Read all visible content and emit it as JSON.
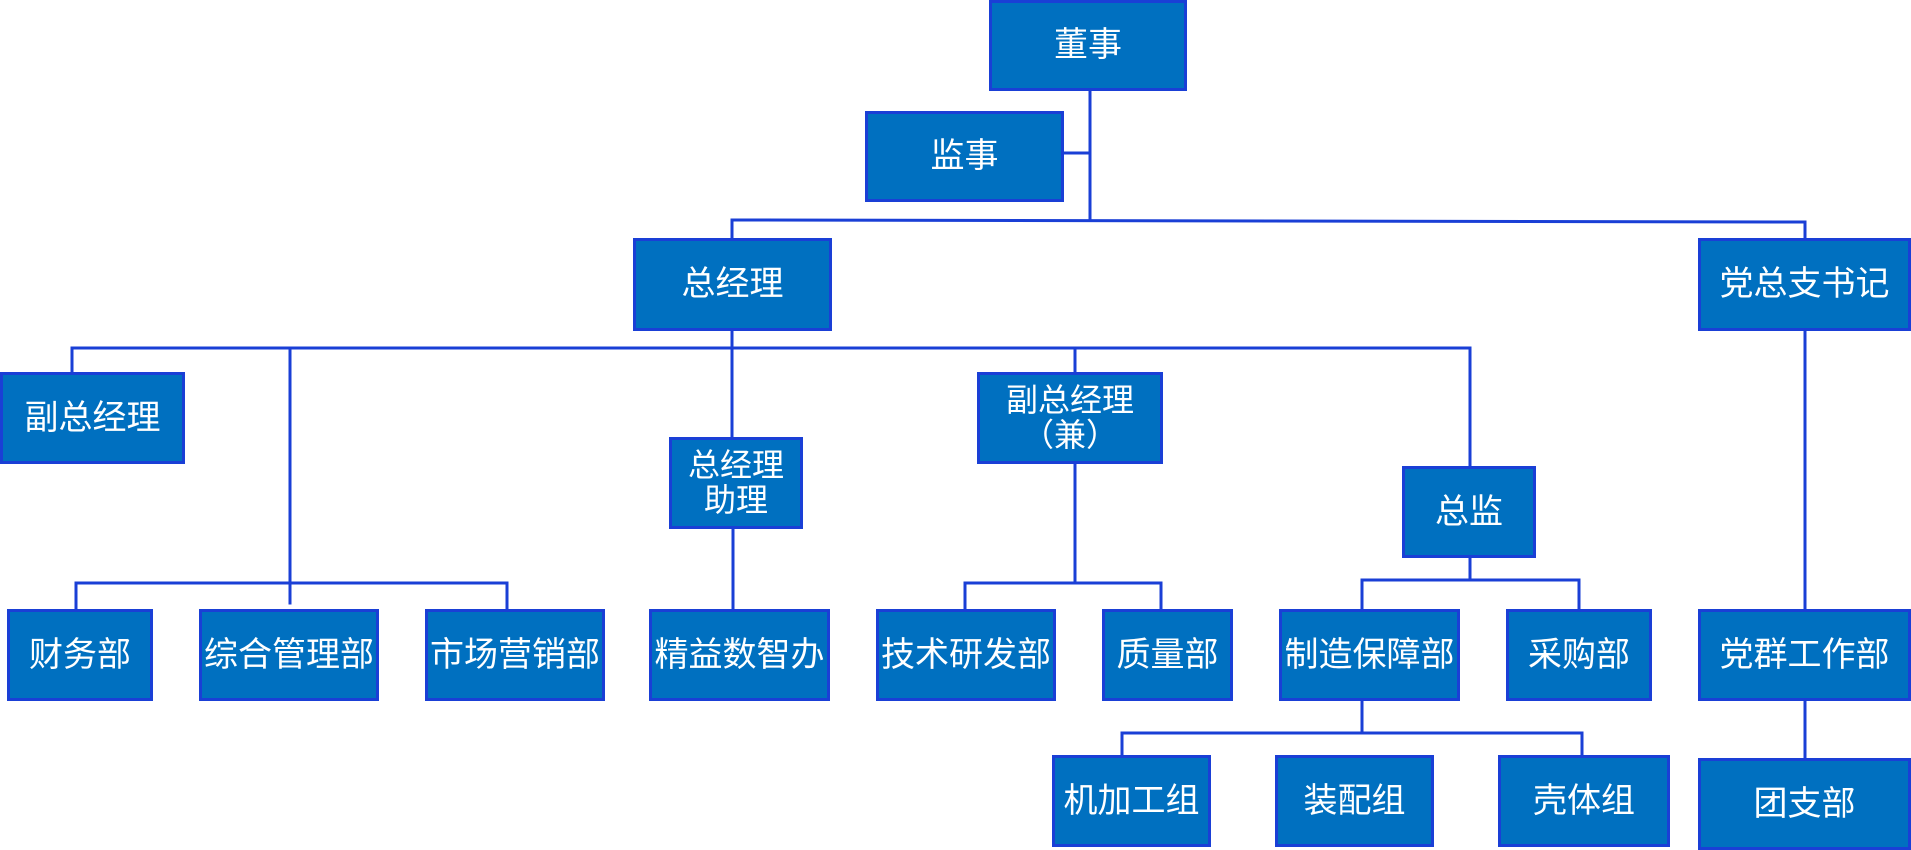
{
  "colors": {
    "box_fill": "#0070c0",
    "box_border": "#1a3fd6",
    "line": "#1a3fd6",
    "text": "#ffffff"
  },
  "nodes": {
    "dongshi": "董事",
    "jianshi": "监事",
    "zongjingli": "总经理",
    "dangzongzhishuji": "党总支书记",
    "fuzongjingli": "副总经理",
    "zongjinglizhuli_1": "总经理",
    "zongjinglizhuli_2": "助理",
    "fuzongjingli_jian_1": "副总经理",
    "fuzongjingli_jian_2": "（兼）",
    "zongjian": "总监",
    "caiwubu": "财务部",
    "zongheguanlibu": "综合管理部",
    "shichangyingxiaobu": "市场营销部",
    "jingyishuzhiban": "精益数智办",
    "jishuyanfabu": "技术研发部",
    "zhiliangbu": "质量部",
    "zhizaobaozhangbu": "制造保障部",
    "caigoubu": "采购部",
    "dangqungongzuobu": "党群工作部",
    "jijiagongzu": "机加工组",
    "zhuangpeizu": "装配组",
    "ketizu": "壳体组",
    "tuanzhibu": "团支部"
  }
}
